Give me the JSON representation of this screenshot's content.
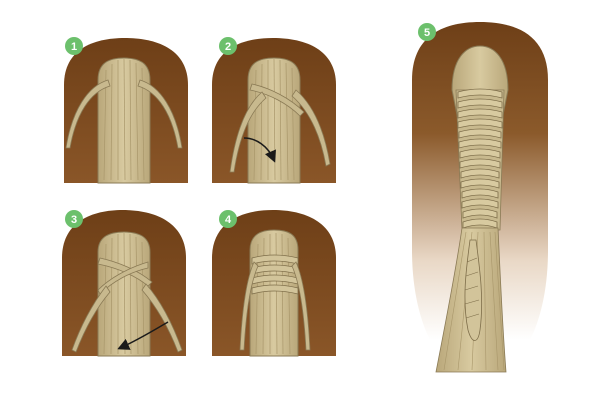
{
  "steps": [
    {
      "number": "1"
    },
    {
      "number": "2"
    },
    {
      "number": "3"
    },
    {
      "number": "4"
    },
    {
      "number": "5"
    }
  ],
  "colors": {
    "background": "#ffffff",
    "head_brown": "#7a4a1e",
    "head_fade": "#ffffff",
    "hair": "#c8b98e",
    "hair_line": "#8a7a55",
    "badge": "#6cc06c",
    "arrow": "#1a1a1a"
  },
  "icons": [
    "numbered-step-badge",
    "direction-arrow"
  ]
}
